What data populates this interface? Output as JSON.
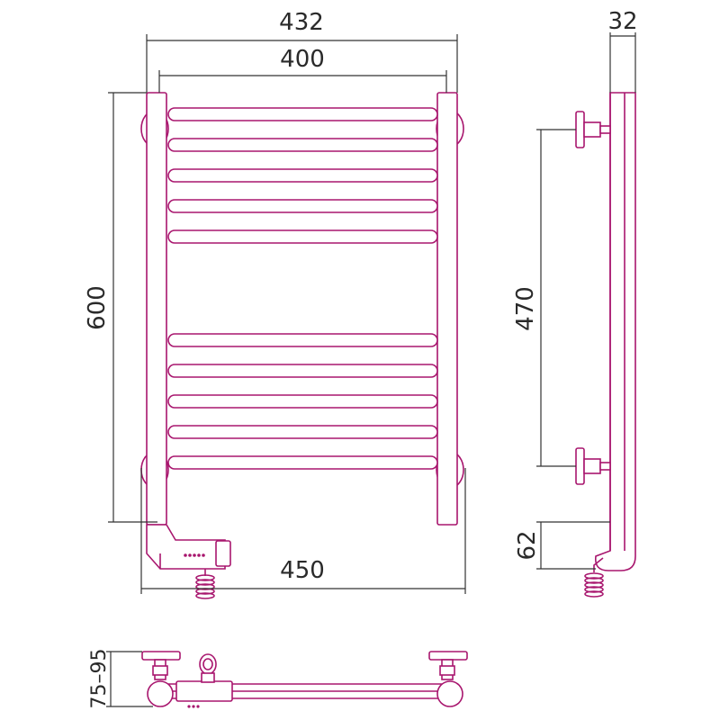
{
  "dimensions": {
    "overall_width": "432",
    "pipe_spacing": "400",
    "height": "600",
    "total_width": "450",
    "depth": "32",
    "mount_spacing": "470",
    "bottom_offset": "62",
    "wall_distance": "75–95"
  },
  "colors": {
    "outline": "#a8166e",
    "dimension_line": "#333333",
    "text": "#2a2a2a"
  },
  "rungs": {
    "upper_group": 5,
    "lower_group": 5
  }
}
